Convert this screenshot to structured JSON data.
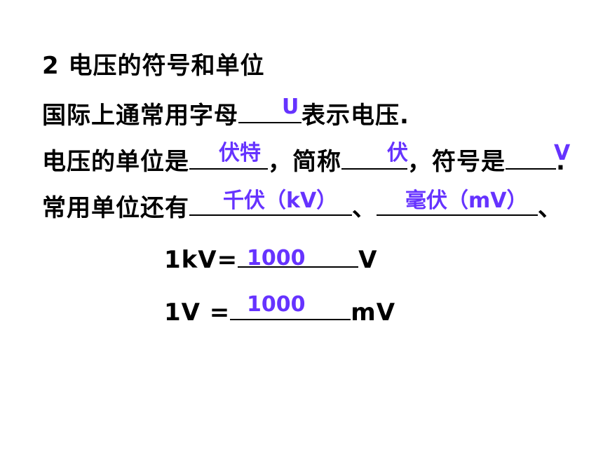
{
  "heading": "2 电压的符号和单位",
  "line1": {
    "before": "国际上通常用字母",
    "after": "表示电压.",
    "answer": "U"
  },
  "line2": {
    "part1": "电压的单位是",
    "sep1": "，简称",
    "sep2": "，符号是",
    "end": ".",
    "answer_unit": "伏特",
    "answer_short": "伏",
    "answer_symbol": "V"
  },
  "line3": {
    "before": "常用单位还有",
    "sep": "、",
    "end": "、",
    "answer1": "千伏（kV）",
    "answer2": "毫伏（mV）"
  },
  "eq1": {
    "left": "1kV=",
    "right": "V",
    "answer": "1000"
  },
  "eq2": {
    "left": "1V =",
    "right": "mV",
    "answer": "1000"
  },
  "colors": {
    "text": "#000000",
    "answer": "#6633ff"
  }
}
